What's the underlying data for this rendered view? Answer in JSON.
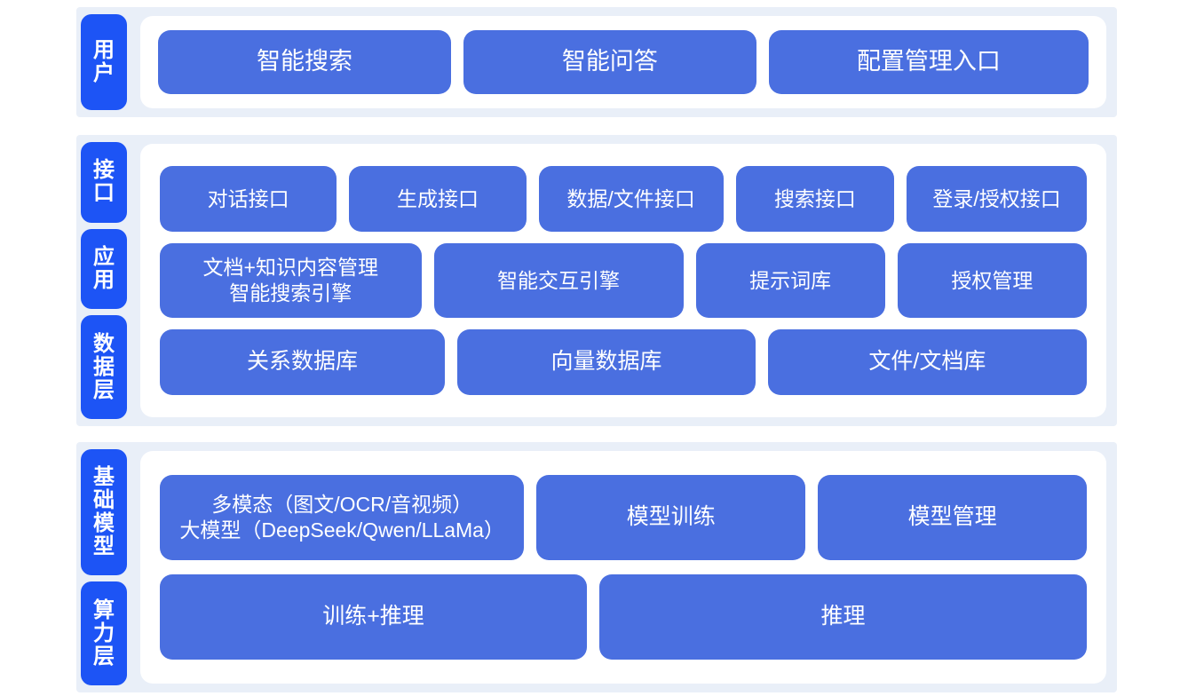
{
  "colors": {
    "tab_blue": "#1d54f5",
    "cell_blue": "#4a6fe0",
    "band_background": "#e9eff8",
    "panel_background": "#ffffff",
    "page_background": "#ffffff",
    "text_white": "#ffffff"
  },
  "sections": [
    {
      "id": "user",
      "tabs": [
        {
          "id": "user",
          "chars": [
            "用",
            "户"
          ],
          "text": "用户"
        }
      ],
      "rows": [
        {
          "id": "user-entries",
          "cells": [
            {
              "id": "smart-search",
              "label": "智能搜索",
              "flex": 1
            },
            {
              "id": "smart-qa",
              "label": "智能问答",
              "flex": 1
            },
            {
              "id": "config-management-entry",
              "label": "配置管理入口",
              "flex": 1.1
            }
          ]
        }
      ]
    },
    {
      "id": "middle",
      "tabs": [
        {
          "id": "interface",
          "chars": [
            "接",
            "口"
          ],
          "text": "接口"
        },
        {
          "id": "application",
          "chars": [
            "应",
            "用"
          ],
          "text": "应用"
        },
        {
          "id": "data-layer",
          "chars": [
            "数",
            "据",
            "层"
          ],
          "text": "数据层"
        }
      ],
      "rows": [
        {
          "id": "interface-row",
          "cells": [
            {
              "id": "dialogue-api",
              "label": "对话接口",
              "flex": 1
            },
            {
              "id": "generation-api",
              "label": "生成接口",
              "flex": 1
            },
            {
              "id": "data-file-api",
              "label": "数据/文件接口",
              "flex": 1.05
            },
            {
              "id": "search-api",
              "label": "搜索接口",
              "flex": 0.88
            },
            {
              "id": "login-auth-api",
              "label": "登录/授权接口",
              "flex": 1.02
            }
          ]
        },
        {
          "id": "application-row",
          "cells": [
            {
              "id": "doc-knowledge-and-search-engine",
              "label": "文档+知识内容管理\n智能搜索引擎",
              "flex": 1.18
            },
            {
              "id": "smart-interaction-engine",
              "label": "智能交互引擎",
              "flex": 1.12
            },
            {
              "id": "prompt-library",
              "label": "提示词库",
              "flex": 0.82
            },
            {
              "id": "authorization-management",
              "label": "授权管理",
              "flex": 0.82
            }
          ]
        },
        {
          "id": "data-row",
          "cells": [
            {
              "id": "relational-database",
              "label": "关系数据库",
              "flex": 1
            },
            {
              "id": "vector-database",
              "label": "向量数据库",
              "flex": 1.05
            },
            {
              "id": "file-document-store",
              "label": "文件/文档库",
              "flex": 1.13
            }
          ]
        }
      ]
    },
    {
      "id": "base",
      "tabs": [
        {
          "id": "foundation-model",
          "chars": [
            "基",
            "础",
            "模",
            "型"
          ],
          "text": "基础模型"
        },
        {
          "id": "compute-layer",
          "chars": [
            "算",
            "力",
            "层"
          ],
          "text": "算力层"
        }
      ],
      "rows": [
        {
          "id": "model-row",
          "cells": [
            {
              "id": "multimodal-llm",
              "label": "多模态（图文/OCR/音视频）\n大模型（DeepSeek/Qwen/LLaMa）",
              "flex": 1.28
            },
            {
              "id": "model-training",
              "label": "模型训练",
              "flex": 0.92
            },
            {
              "id": "model-management",
              "label": "模型管理",
              "flex": 0.92
            }
          ]
        },
        {
          "id": "compute-row",
          "cells": [
            {
              "id": "train-plus-inference",
              "label": "训练+推理",
              "flex": 1
            },
            {
              "id": "inference",
              "label": "推理",
              "flex": 1.15
            }
          ]
        }
      ]
    }
  ]
}
